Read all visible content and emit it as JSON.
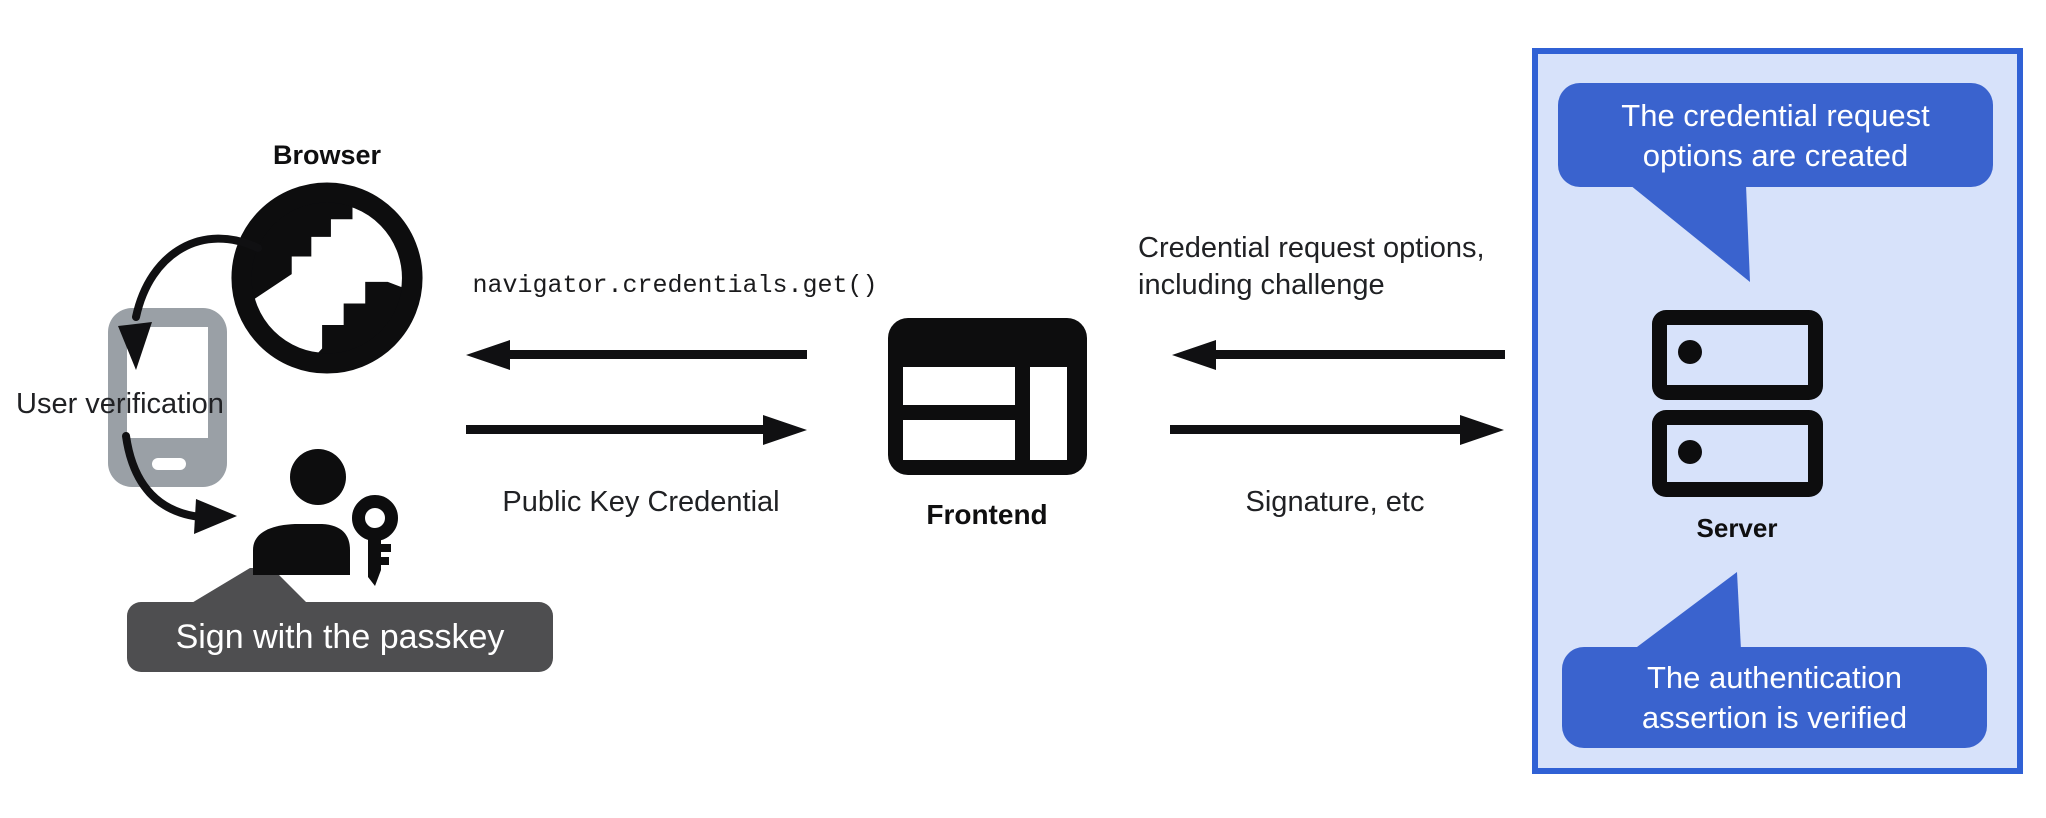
{
  "diagram": {
    "left": {
      "browser_label": "Browser",
      "user_verification_label": "User verification",
      "passkey_tooltip": "Sign with the passkey"
    },
    "frontend": {
      "label": "Frontend"
    },
    "flows": {
      "get_call": "navigator.credentials.get()",
      "public_key_credential": "Public Key Credential",
      "credential_request_line1": "Credential request options,",
      "credential_request_line2": "including challenge",
      "signature": "Signature, etc"
    },
    "server": {
      "label": "Server",
      "bubble_top_line1": "The credential request",
      "bubble_top_line2": "options are created",
      "bubble_bottom_line1": "The authentication",
      "bubble_bottom_line2": "assertion is verified"
    },
    "colors": {
      "bubble_blue": "#3A63CE",
      "panel_fill": "#D7E2FA",
      "panel_border": "#3061D5",
      "tooltip_gray": "#4E4E50",
      "phone_gray": "#9AA0A6",
      "ink": "#101012"
    }
  }
}
